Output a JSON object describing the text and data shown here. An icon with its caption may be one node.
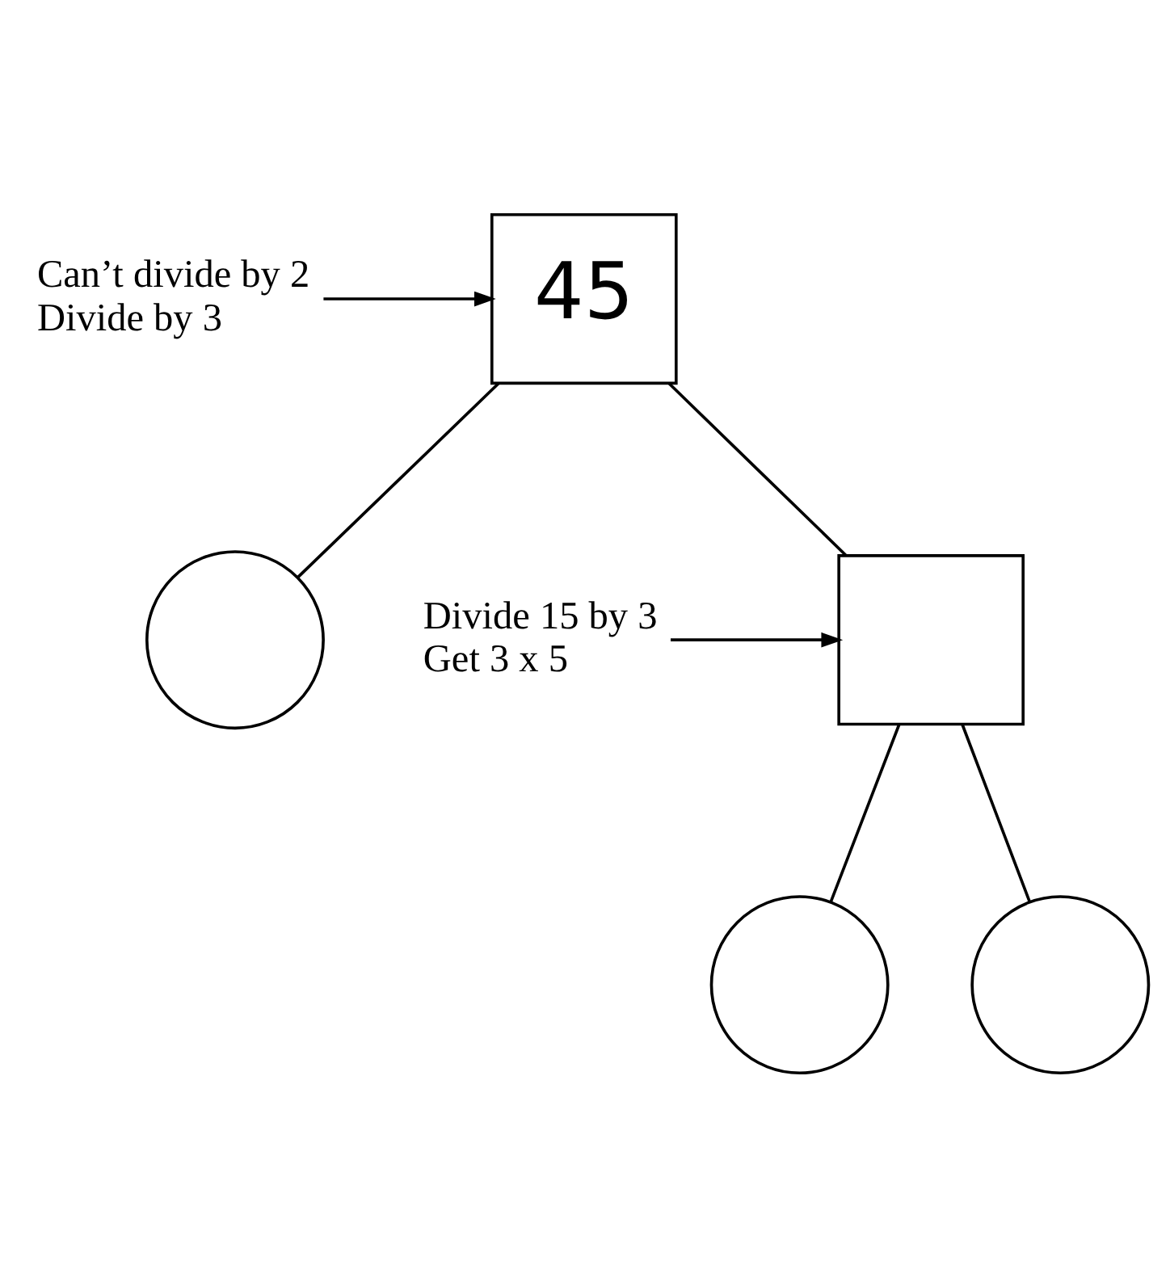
{
  "diagram": {
    "nodes": [
      {
        "text": [
          "45"
        ]
      },
      {
        "text": [],
        "shape": "circle"
      },
      {
        "text": [],
        "shape": "box"
      },
      {
        "text": [],
        "shape": "circle"
      },
      {
        "text": [],
        "shape": "circle"
      },
      {
        "text": [
          "Can’t divide by 2",
          "Divide by 3"
        ]
      },
      {
        "text": [
          "Divide 15 by 3",
          "Get 3 x 5"
        ]
      }
    ],
    "edges": [
      {
        "from": 0,
        "to": 1,
        "arrow": "none"
      },
      {
        "from": 0,
        "to": 2,
        "arrow": "none"
      },
      {
        "from": 2,
        "to": 3,
        "arrow": "none"
      },
      {
        "from": 2,
        "to": 4,
        "arrow": "none"
      },
      {
        "from": 5,
        "to": 0,
        "arrow": "to"
      },
      {
        "from": 6,
        "to": 2,
        "arrow": "to"
      }
    ]
  }
}
